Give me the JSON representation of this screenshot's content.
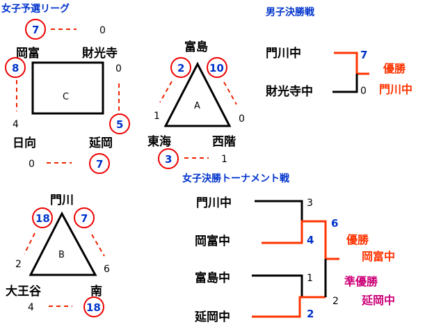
{
  "girls_league": {
    "title": "女子予選リーグ",
    "group_c": {
      "label": "C",
      "teams": {
        "top_left": "岡富",
        "top_right": "財光寺",
        "bottom_left": "日向",
        "bottom_right": "延岡"
      },
      "scores": {
        "okatomi_vs_zaikouji": {
          "okatomi": "7",
          "zaikouji": "0"
        },
        "okatomi_vs_hyuga": {
          "okatomi": "8",
          "hyuga": "4"
        },
        "zaikouji_vs_nobeoka": {
          "zaikouji": "0",
          "nobeoka": "5"
        },
        "hyuga_vs_nobeoka": {
          "hyuga": "0",
          "nobeoka": "7"
        }
      }
    },
    "group_a": {
      "label": "A",
      "teams": {
        "top": "富島",
        "bottom_left": "東海",
        "bottom_right": "西階"
      },
      "scores": {
        "tomishima_vs_toukai": {
          "tomishima": "2",
          "toukai": "1"
        },
        "tomishima_vs_saikai": {
          "tomishima": "10",
          "saikai": "0"
        },
        "toukai_vs_saikai": {
          "toukai": "3",
          "saikai": "1"
        }
      }
    },
    "group_b": {
      "label": "B",
      "teams": {
        "top": "門川",
        "bottom_left": "大王谷",
        "bottom_right": "南"
      },
      "scores": {
        "kadogawa_vs_daioudani": {
          "kadogawa": "18",
          "daioudani": "2"
        },
        "kadogawa_vs_minami": {
          "kadogawa": "7",
          "minami": "6"
        },
        "daioudani_vs_minami": {
          "daioudani": "4",
          "minami": "18"
        }
      }
    }
  },
  "boys_final": {
    "title": "男子決勝戦",
    "team1": "門川中",
    "team2": "財光寺中",
    "score1": "7",
    "score2": "0",
    "result_label": "優勝",
    "champion": "門川中"
  },
  "girls_tournament": {
    "title": "女子決勝トーナメント戦",
    "teams": [
      "門川中",
      "岡富中",
      "富島中",
      "延岡中"
    ],
    "semi1": {
      "score_top": "3",
      "score_bottom": "4"
    },
    "semi2": {
      "score_top": "1",
      "score_bottom": "2"
    },
    "final": {
      "score_top": "6",
      "score_bottom": "2"
    },
    "champion_label": "優勝",
    "champion": "岡富中",
    "runner_up_label": "準優勝",
    "runner_up": "延岡中"
  },
  "colors": {
    "title": "#0033cc",
    "winner_circle": "#ee0000",
    "winner_line": "#ff3300",
    "champion_text": "#ff3300",
    "runner_up_text": "#cc0077"
  }
}
